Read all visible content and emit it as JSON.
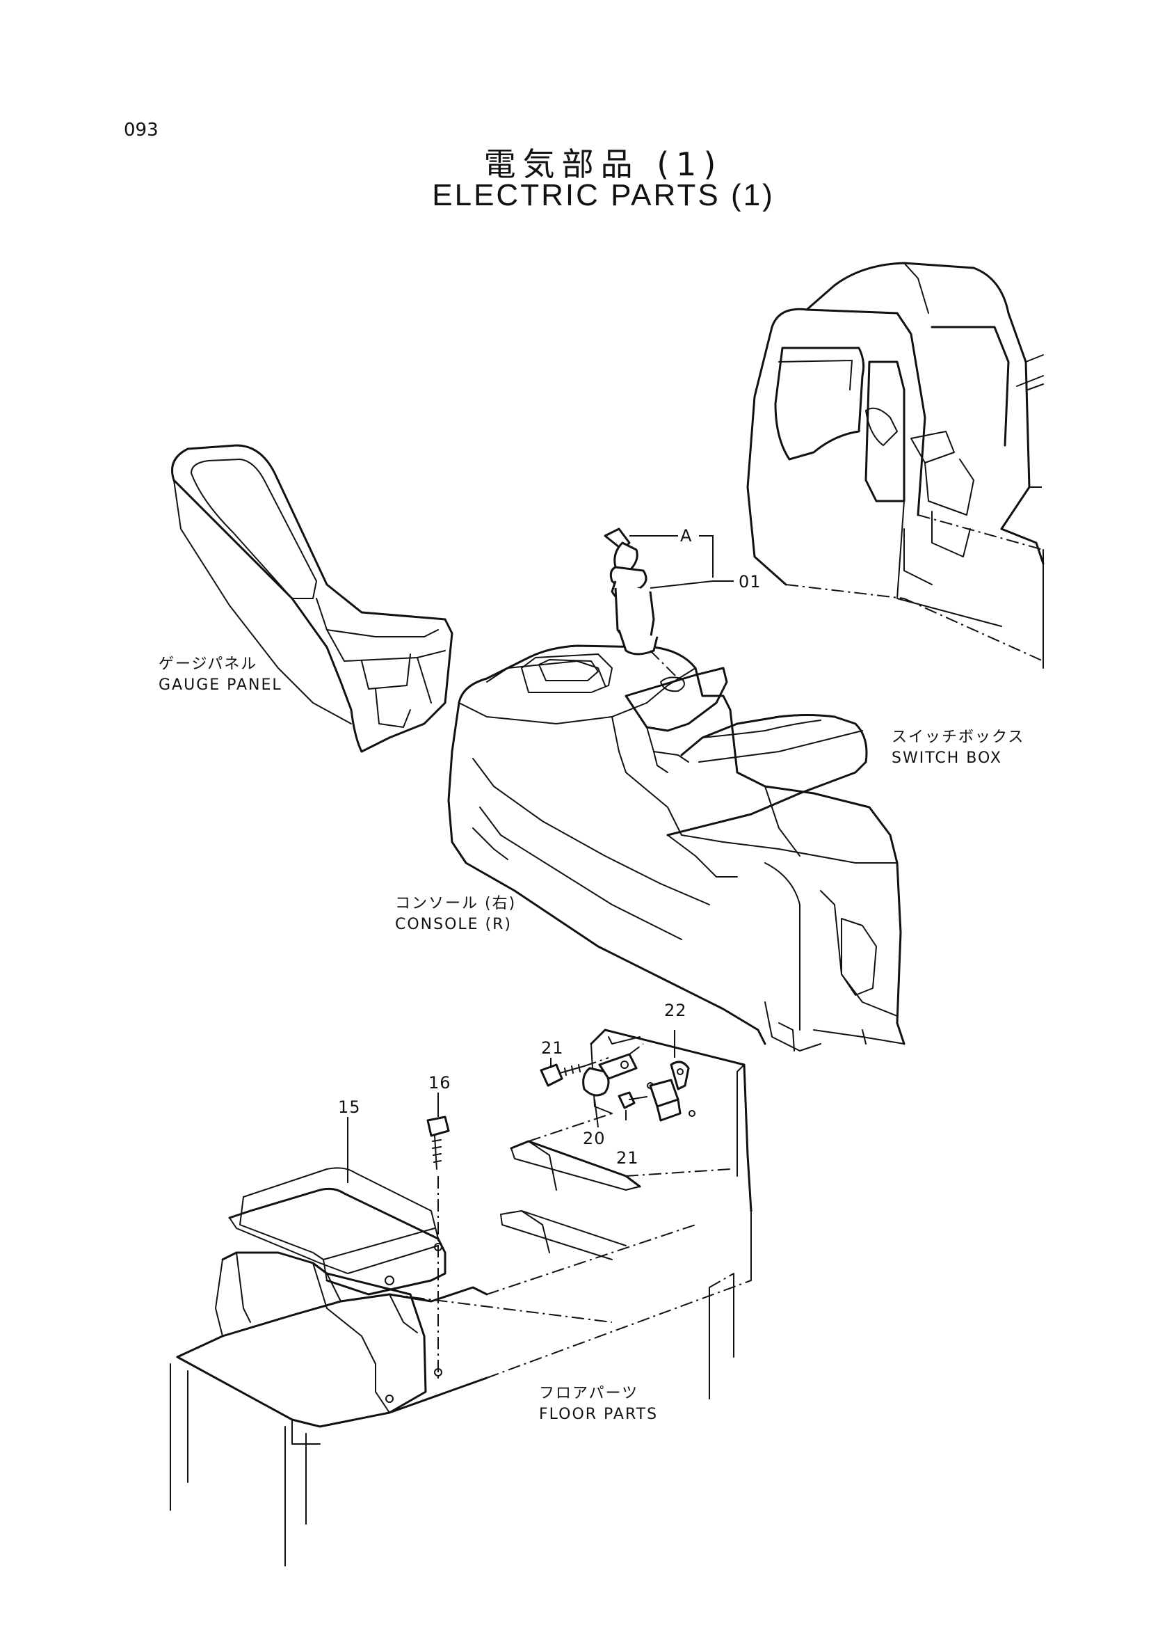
{
  "page": {
    "number": "093",
    "title_jp": "電気部品 (1)",
    "title_en": "ELECTRIC PARTS (1)"
  },
  "labels": {
    "gauge_panel": {
      "jp": "ゲージパネル",
      "en": "GAUGE PANEL"
    },
    "switch_box": {
      "jp": "スイッチボックス",
      "en": "SWITCH BOX"
    },
    "console_r": {
      "jp": "コンソール (右)",
      "en": "CONSOLE (R)"
    },
    "floor_parts": {
      "jp": "フロアパーツ",
      "en": "FLOOR PARTS"
    }
  },
  "callouts": {
    "a": "A",
    "p01": "01",
    "p15": "15",
    "p16": "16",
    "p20": "20",
    "p21_top": "21",
    "p21_bottom": "21",
    "p22": "22"
  }
}
